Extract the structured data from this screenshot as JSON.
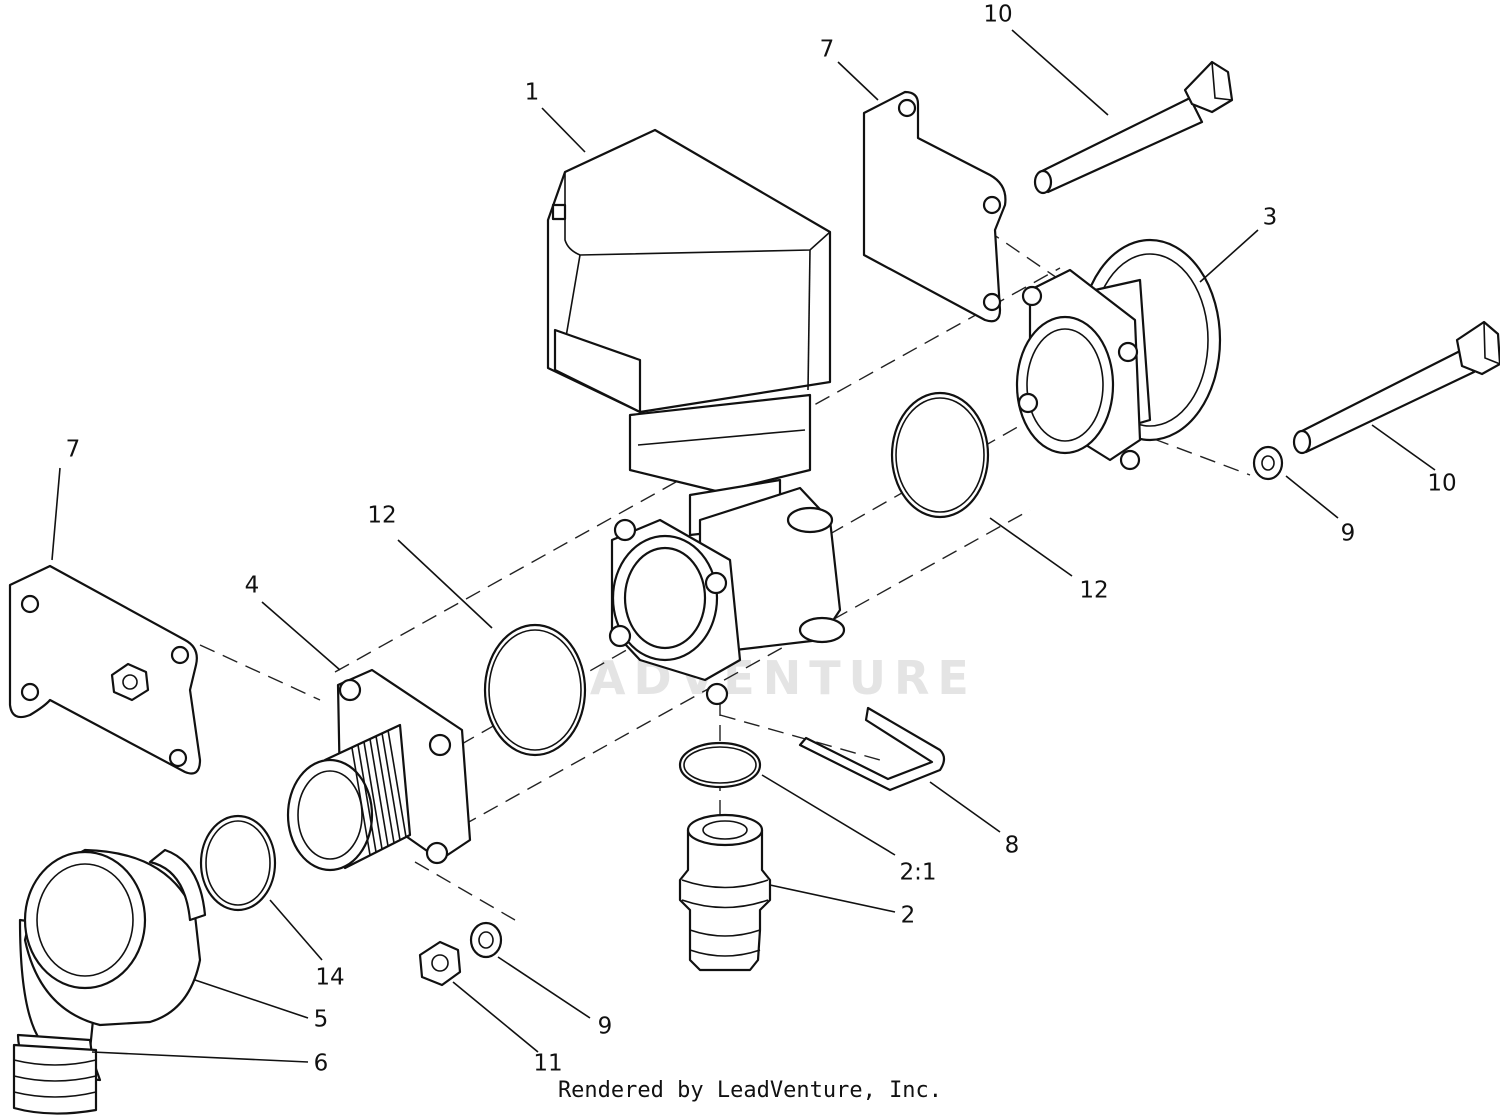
{
  "watermark": "LEADVENTURE",
  "footer": "Rendered by LeadVenture, Inc.",
  "callouts": [
    {
      "id": "c1",
      "text": "1"
    },
    {
      "id": "c7a",
      "text": "7"
    },
    {
      "id": "c10a",
      "text": "10"
    },
    {
      "id": "c3",
      "text": "3"
    },
    {
      "id": "c10b",
      "text": "10"
    },
    {
      "id": "c9a",
      "text": "9"
    },
    {
      "id": "c12a",
      "text": "12"
    },
    {
      "id": "c7b",
      "text": "7"
    },
    {
      "id": "c4",
      "text": "4"
    },
    {
      "id": "c12b",
      "text": "12"
    },
    {
      "id": "c8",
      "text": "8"
    },
    {
      "id": "c21",
      "text": "2:1"
    },
    {
      "id": "c2",
      "text": "2"
    },
    {
      "id": "c14",
      "text": "14"
    },
    {
      "id": "c5",
      "text": "5"
    },
    {
      "id": "c6",
      "text": "6"
    },
    {
      "id": "c9b",
      "text": "9"
    },
    {
      "id": "c11",
      "text": "11"
    }
  ]
}
